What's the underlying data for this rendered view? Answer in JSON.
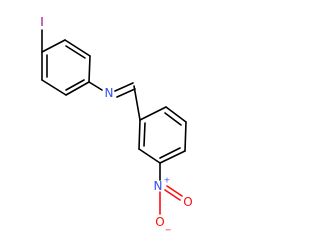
{
  "molecule": {
    "atoms": {
      "iodine": "I",
      "imine_nitrogen": "N",
      "nitro_nitrogen": "N",
      "nitro_oxygen_double": "O",
      "nitro_oxygen_single": "O"
    },
    "charges": {
      "nitro_nitrogen": "+",
      "nitro_oxygen_single": "−"
    }
  },
  "colors": {
    "carbon_bond": "#000000",
    "iodine": "#940094",
    "nitrogen": "#3050f8",
    "oxygen": "#ff0d0d"
  }
}
